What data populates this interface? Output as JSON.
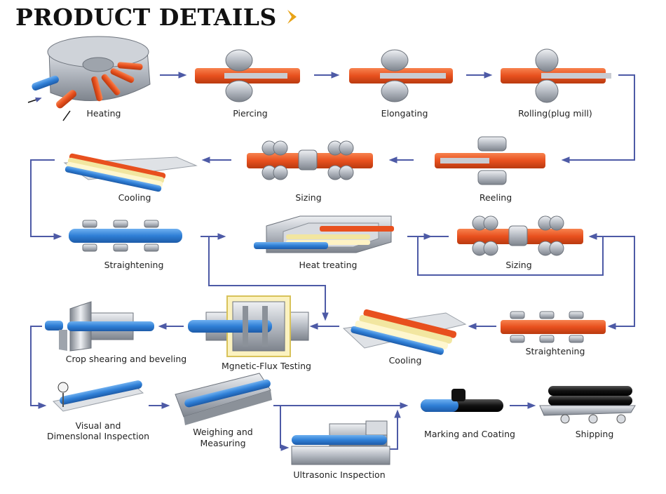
{
  "header": {
    "title": "PRODUCT DETAILS",
    "chevron_icon": "chevron-right-icon",
    "chevron_color": "#e8a317"
  },
  "colors": {
    "hot_pipe": "#e8501e",
    "cool_pipe": "#2f7fd6",
    "yellow_pipe": "#f2e6a0",
    "black_pipe": "#111111",
    "arrow": "#4d5aa6",
    "machine": "#a8adb5"
  },
  "steps": {
    "heating": "Heating",
    "piercing": "Piercing",
    "elongating": "Elongating",
    "rolling": "Rolling(plug mill)",
    "reeling": "Reeling",
    "sizing_1": "Sizing",
    "cooling_1": "Cooling",
    "straightening_1": "Straightening",
    "heat_treating": "Heat treating",
    "sizing_2": "Sizing",
    "straightening_2": "Straightening",
    "cooling_2": "Cooling",
    "magnetic_flux": "Mgnetic-Flux Testing",
    "crop_shearing": "Crop shearing and beveling",
    "visual_line1": "Visual and",
    "visual_line2": "Dimenslonal Inspection",
    "weighing_line1": "Weighing and",
    "weighing_line2": "Measuring",
    "ultrasonic": "Ultrasonic Inspection",
    "marking": "Marking and Coating",
    "shipping": "Shipping"
  }
}
